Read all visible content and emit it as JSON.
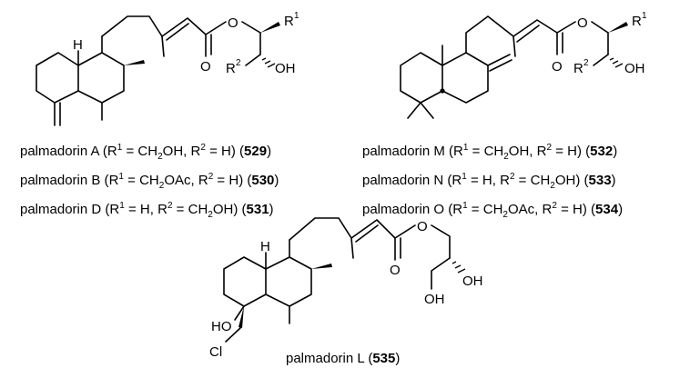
{
  "structures": {
    "left": {
      "atoms": {
        "h": "H",
        "o": "O",
        "r1": "R",
        "r1_sup": "1",
        "r2": "R",
        "r2_sup": "2",
        "oh": "OH"
      },
      "captions": [
        {
          "name": "palmadorin A",
          "r1_a": "CH",
          "r1_sub": "2",
          "r1_b": "OH",
          "r2": "H",
          "id": "529"
        },
        {
          "name": "palmadorin B",
          "r1_a": "CH",
          "r1_sub": "2",
          "r1_b": "OAc",
          "r2": "H",
          "id": "530"
        },
        {
          "name": "palmadorin D",
          "r1_a": "H",
          "r1_sub": "",
          "r1_b": "",
          "r2": "CH2OH",
          "id": "531"
        }
      ]
    },
    "right": {
      "atoms": {
        "o": "O",
        "r1": "R",
        "r1_sup": "1",
        "r2": "R",
        "r2_sup": "2",
        "oh": "OH"
      },
      "captions": [
        {
          "name": "palmadorin M",
          "r1_a": "CH",
          "r1_sub": "2",
          "r1_b": "OH",
          "r2": "H",
          "id": "532"
        },
        {
          "name": "palmadorin N",
          "r1_a": "H",
          "r1_sub": "",
          "r1_b": "",
          "r2": "CH2OH",
          "id": "533"
        },
        {
          "name": "palmadorin O",
          "r1_a": "CH",
          "r1_sub": "2",
          "r1_b": "OAc",
          "r2": "H",
          "id": "534"
        }
      ]
    },
    "bottom": {
      "atoms": {
        "h": "H",
        "o": "O",
        "oh1": "OH",
        "oh2": "OH",
        "ho": "HO",
        "cl": "Cl"
      },
      "caption": {
        "name": "palmadorin L",
        "id": "535"
      }
    }
  },
  "labels": {
    "r1": "R",
    "r2": "R",
    "sup1": "1",
    "sup2": "2",
    "sub2": "2",
    "eq": " = ",
    "open": " (",
    "close": ")",
    "comma": ", "
  }
}
